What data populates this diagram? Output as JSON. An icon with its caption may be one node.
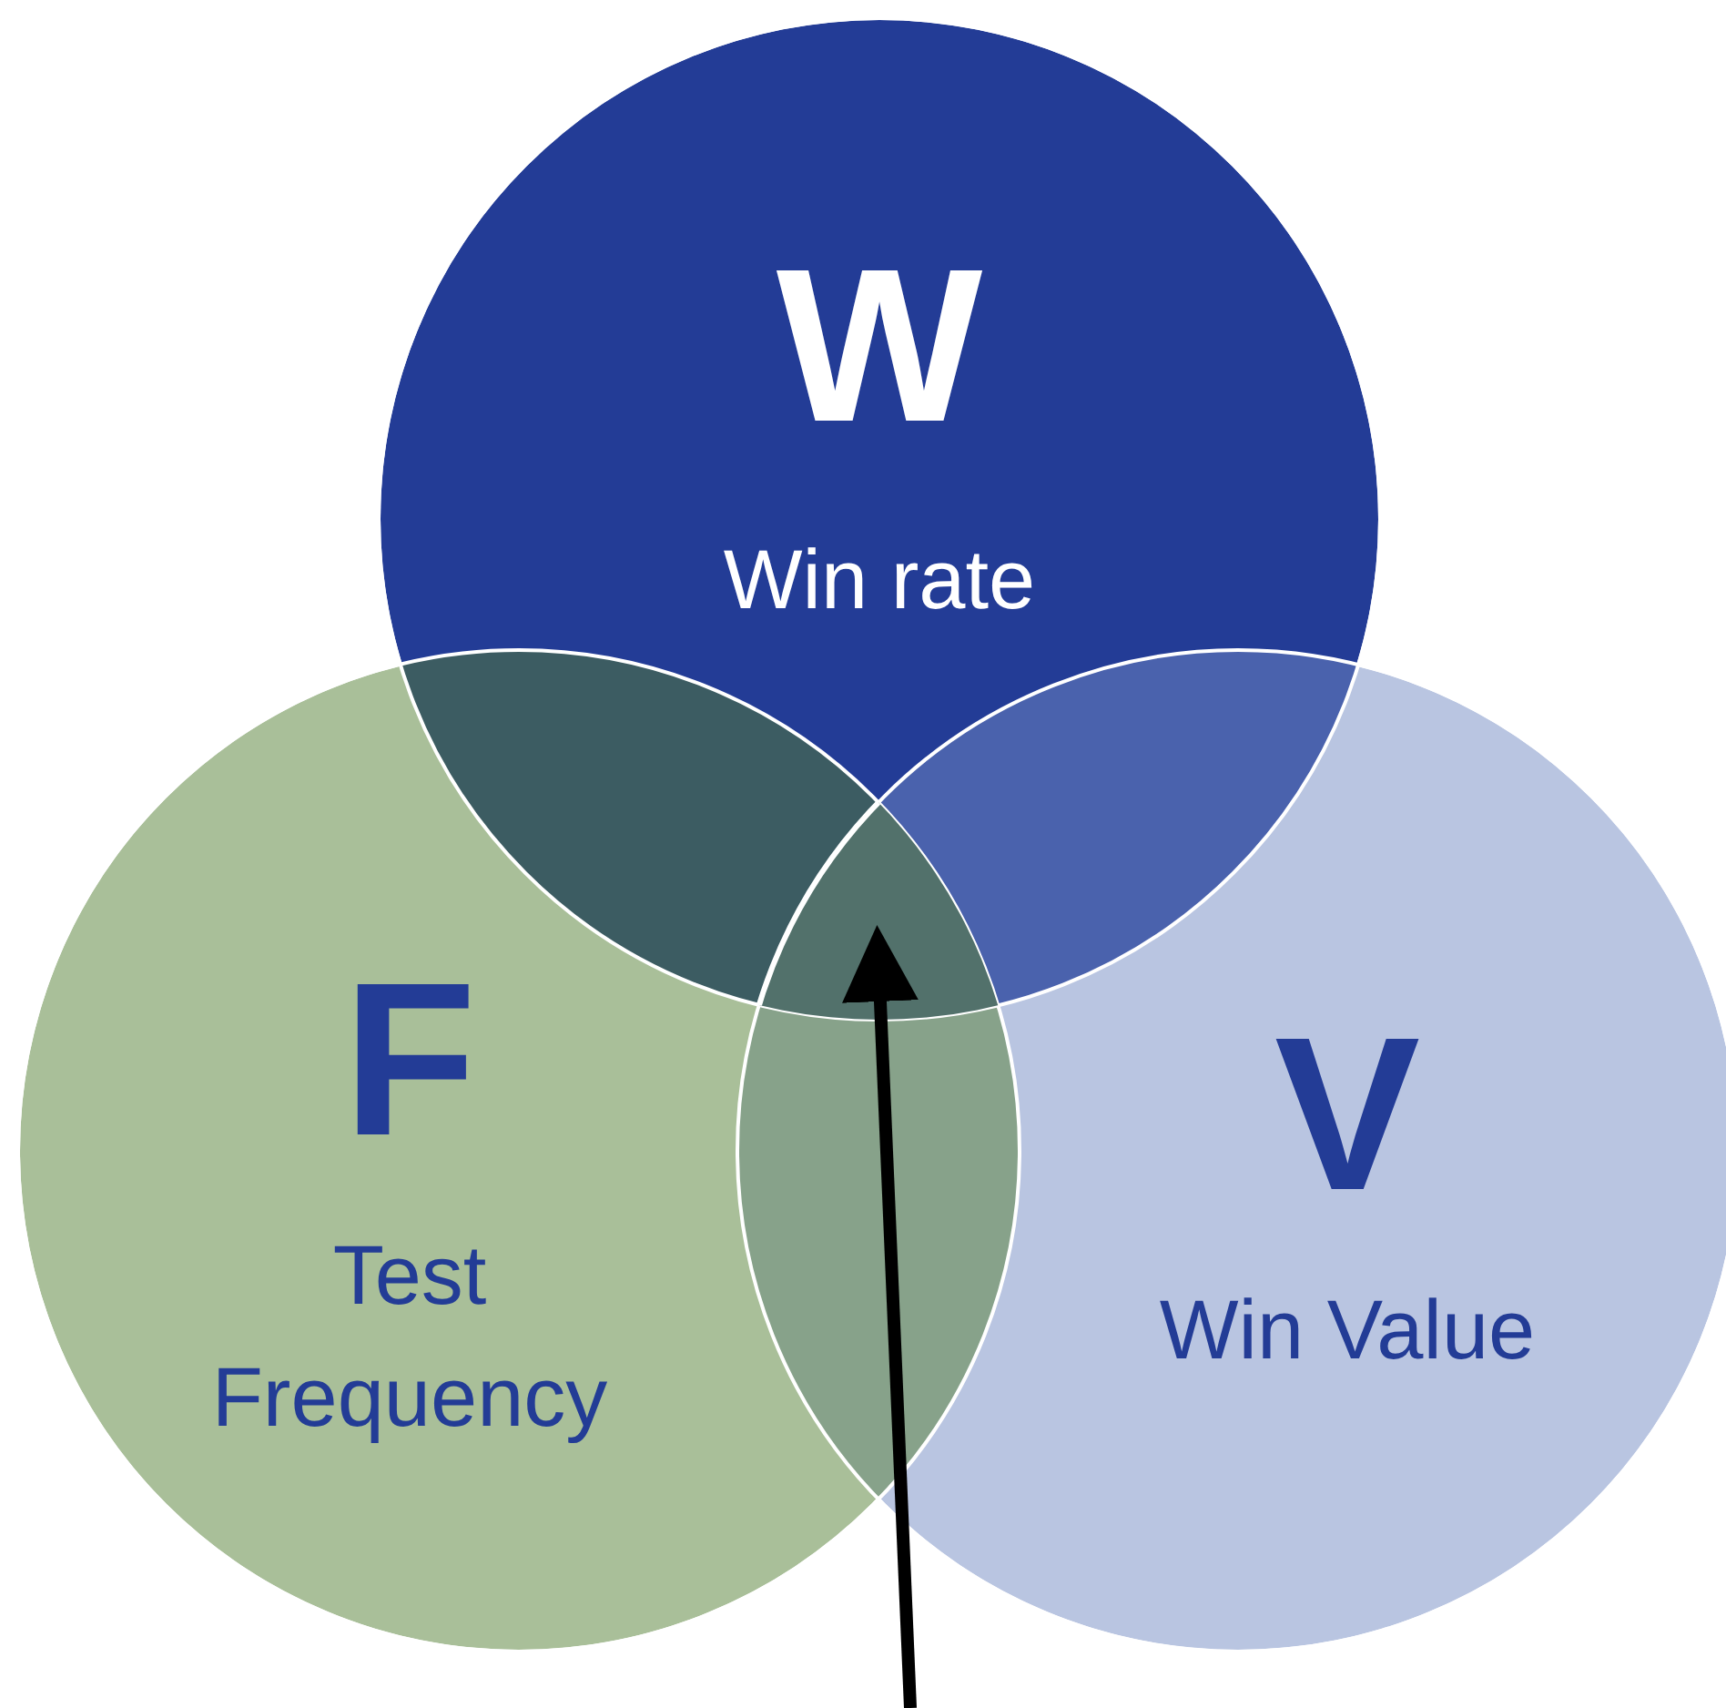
{
  "diagram": {
    "nodes": [
      {
        "text": [
          "W",
          "Win rate"
        ]
      },
      {
        "text": [
          "F",
          "Test Frequency"
        ]
      },
      {
        "text": [
          "V",
          "Win Value"
        ]
      },
      {
        "text": [],
        "shape": "lens"
      }
    ],
    "edges": [
      {
        "from": null,
        "to": 3,
        "arrow": "to"
      }
    ]
  }
}
